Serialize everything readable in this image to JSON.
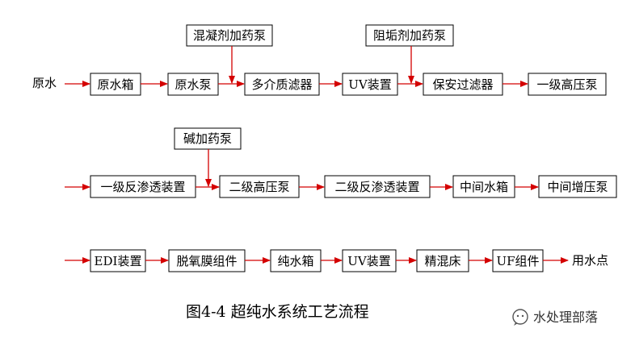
{
  "diagram": {
    "row1": {
      "source": "原水",
      "nodes": [
        "原水箱",
        "原水泵",
        "多介质滤器",
        "UV装置",
        "保安过滤器",
        "一级高压泵"
      ],
      "injections": [
        "混凝剂加药泵",
        "阻垢剂加药泵"
      ]
    },
    "row2": {
      "nodes": [
        "一级反渗透装置",
        "二级高压泵",
        "二级反渗透装置",
        "中间水箱",
        "中间增压泵"
      ],
      "injections": [
        "碱加药泵"
      ]
    },
    "row3": {
      "nodes": [
        "EDI装置",
        "脱氧膜组件",
        "纯水箱",
        "UV装置",
        "精混床",
        "UF组件"
      ],
      "sink": "用水点"
    },
    "caption": "图4-4 超纯水系统工艺流程",
    "watermark": "水处理部落"
  },
  "colors": {
    "arrow": "#d40000",
    "box_border": "#000000",
    "text": "#000000"
  }
}
